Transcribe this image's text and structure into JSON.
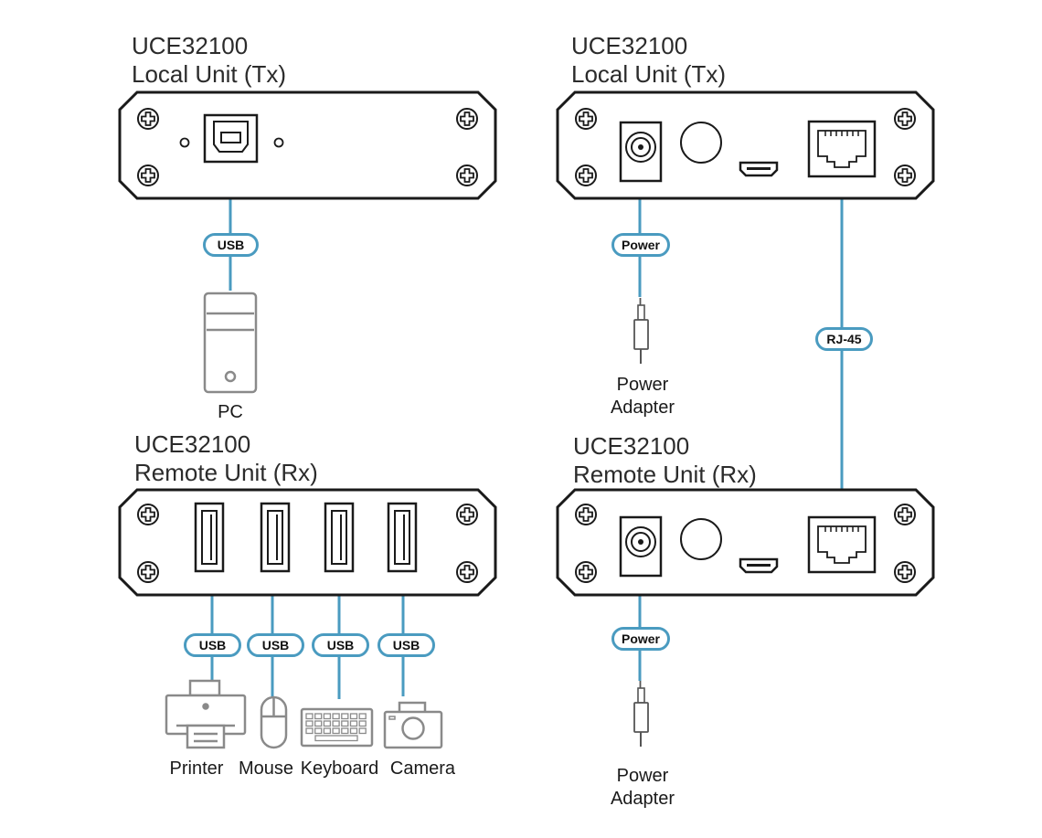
{
  "units": {
    "top_left": {
      "model": "UCE32100",
      "role": "Local Unit (Tx)"
    },
    "top_right": {
      "model": "UCE32100",
      "role": "Local Unit (Tx)"
    },
    "bottom_left": {
      "model": "UCE32100",
      "role": "Remote Unit (Rx)"
    },
    "bottom_right": {
      "model": "UCE32100",
      "role": "Remote Unit (Rx)"
    }
  },
  "cables": {
    "pc_usb": "USB",
    "tx_power": "Power",
    "rj45": "RJ-45",
    "rx_power": "Power",
    "printer_usb": "USB",
    "mouse_usb": "USB",
    "keyboard_usb": "USB",
    "camera_usb": "USB"
  },
  "devices": {
    "pc": "PC",
    "tx_power_adapter": "Power Adapter",
    "rx_power_adapter": "Power Adapter",
    "printer": "Printer",
    "mouse": "Mouse",
    "keyboard": "Keyboard",
    "camera": "Camera"
  },
  "icons": [
    "screw-icon",
    "usb-b-port-icon",
    "usb-a-port-icon",
    "dc-power-jack-icon",
    "hdmi-port-icon",
    "rj45-port-icon",
    "pc-tower-icon",
    "power-plug-icon",
    "printer-icon",
    "mouse-icon",
    "keyboard-icon",
    "camera-icon"
  ],
  "colors": {
    "cable": "#4a9bc0",
    "outline": "#1a1a1a",
    "device": "#8a8a8a"
  }
}
